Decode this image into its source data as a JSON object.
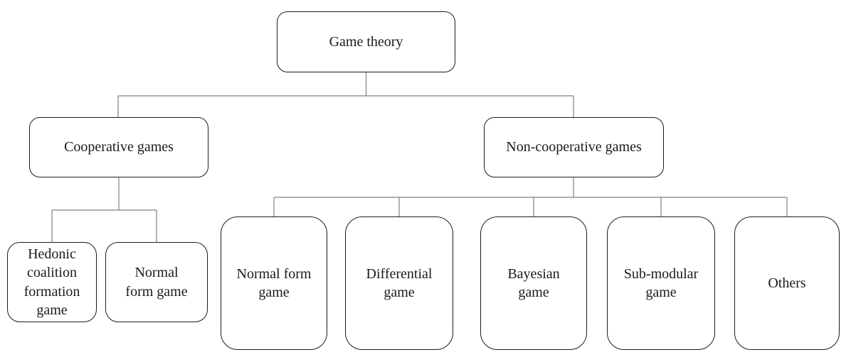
{
  "diagram": {
    "nodes": {
      "root": {
        "label": "Game theory"
      },
      "cooperative": {
        "label": "Cooperative games"
      },
      "noncooperative": {
        "label": "Non-cooperative games"
      },
      "hedonic": {
        "label": "Hedonic\ncoalition\nformation\ngame"
      },
      "normal_form_coop": {
        "label": "Normal\nform game"
      },
      "normal_form": {
        "label": "Normal form\ngame"
      },
      "differential": {
        "label": "Differential\ngame"
      },
      "bayesian": {
        "label": "Bayesian\ngame"
      },
      "submodular": {
        "label": "Sub-modular\ngame"
      },
      "others": {
        "label": "Others"
      }
    },
    "edges": [
      {
        "from": "root",
        "to": "cooperative"
      },
      {
        "from": "root",
        "to": "noncooperative"
      },
      {
        "from": "cooperative",
        "to": "hedonic"
      },
      {
        "from": "cooperative",
        "to": "normal_form_coop"
      },
      {
        "from": "noncooperative",
        "to": "normal_form"
      },
      {
        "from": "noncooperative",
        "to": "differential"
      },
      {
        "from": "noncooperative",
        "to": "bayesian"
      },
      {
        "from": "noncooperative",
        "to": "submodular"
      },
      {
        "from": "noncooperative",
        "to": "others"
      }
    ],
    "colors": {
      "background": "#ffffff",
      "box_border": "#1c1c1c",
      "connector": "#808080",
      "text": "#1a1a1a"
    }
  }
}
